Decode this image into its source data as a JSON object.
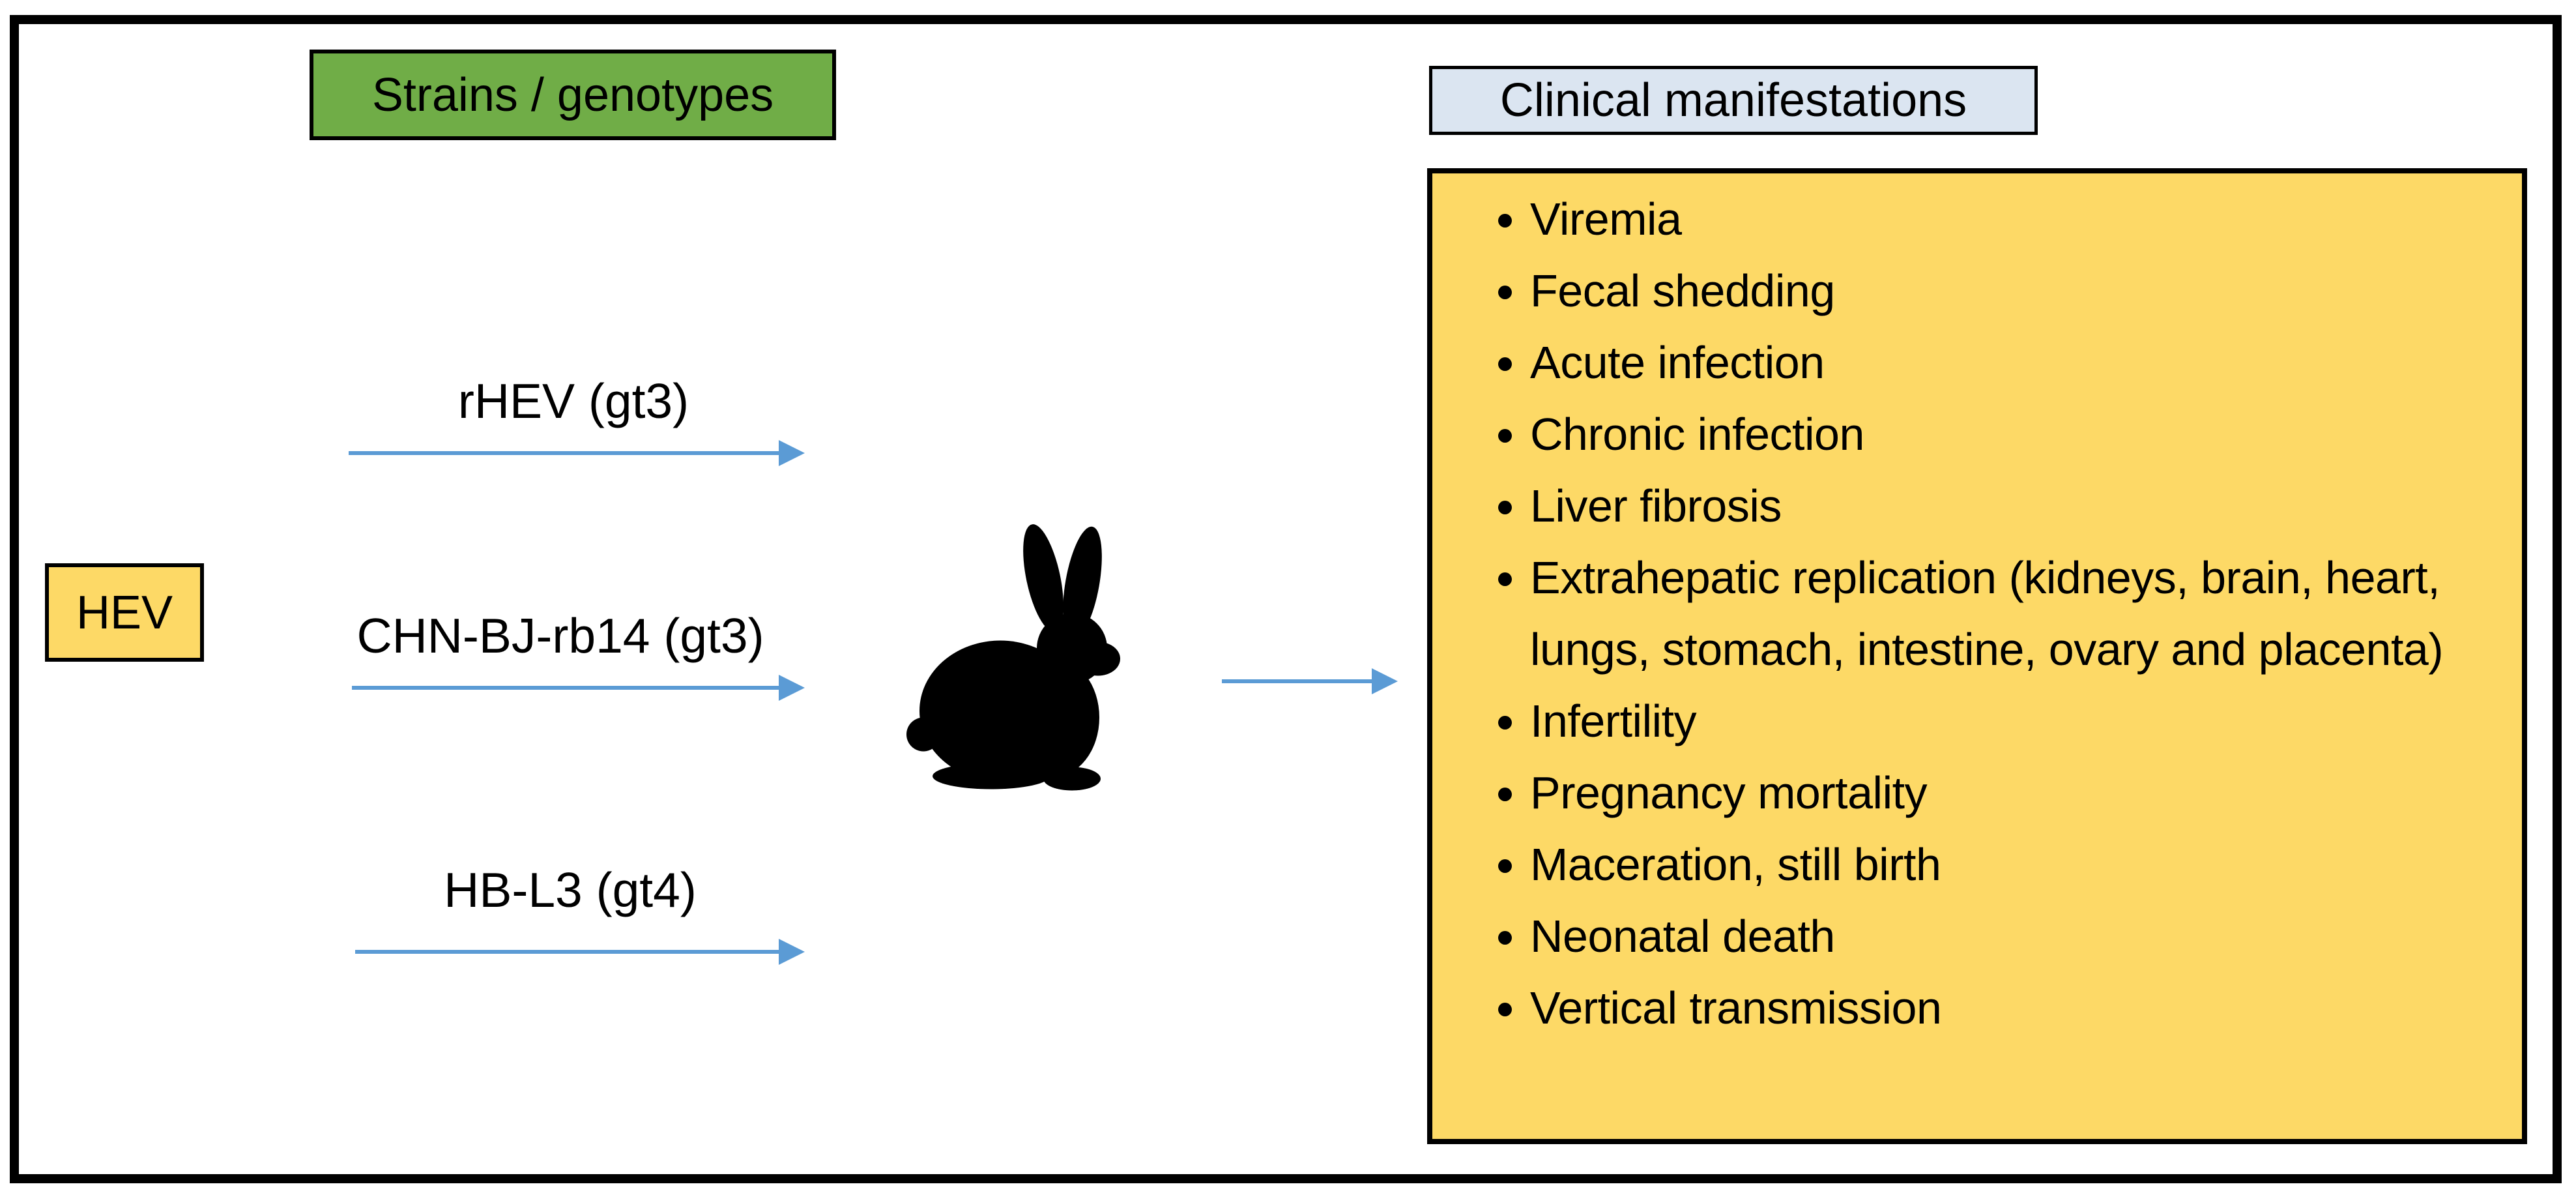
{
  "colors": {
    "strains-header-bg": "#70ad47",
    "clinical-header-bg": "#dbe5f1",
    "hev-box-bg": "#fdd966",
    "manifest-box-bg": "#fdd966",
    "arrow": "#5b9bd5",
    "outline": "#000000"
  },
  "hev": {
    "label": "HEV"
  },
  "strains_header": "Strains / genotypes",
  "clinical_header": "Clinical manifestations",
  "strains": [
    {
      "label": "rHEV (gt3)"
    },
    {
      "label": "CHN-BJ-rb14 (gt3)"
    },
    {
      "label": "HB-L3 (gt4)"
    }
  ],
  "clinical_manifestations": [
    "Viremia",
    "Fecal shedding",
    "Acute infection",
    "Chronic infection",
    "Liver fibrosis",
    "Extrahepatic replication (kidneys, brain, heart, lungs, stomach, intestine, ovary and placenta)",
    "Infertility",
    "Pregnancy mortality",
    "Maceration, still birth",
    "Neonatal death",
    "Vertical transmission"
  ],
  "animal": {
    "name": "rabbit"
  }
}
